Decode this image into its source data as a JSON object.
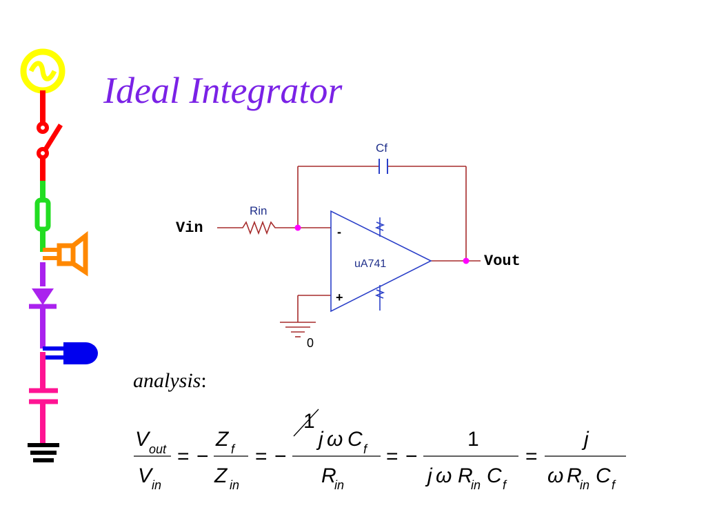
{
  "slide": {
    "title": "Ideal Integrator",
    "analysis_word": "analysis",
    "analysis_colon": ":"
  },
  "circuit": {
    "input_label": "Vin",
    "output_label": "Vout",
    "resistor_label": "Rin",
    "capacitor_label": "Cf",
    "opamp_label": "uA741",
    "inverting_sign": "-",
    "noninverting_sign": "+",
    "ground_label": "0"
  },
  "equation": {
    "V": "V",
    "out": "out",
    "in": "in",
    "Z": "Z",
    "f": "f",
    "R": "R",
    "C": "C",
    "j": "j",
    "omega": "ω",
    "one": "1",
    "minus": "−",
    "equals": "="
  },
  "colors": {
    "title": "#7a22e6",
    "wire_red": "#a52a2a",
    "opamp_blue": "#2a3fc8",
    "node_magenta": "#ff00ff",
    "sidebar_yellow": "#ffff00",
    "sidebar_red": "#ff0000",
    "sidebar_green": "#22dd22",
    "sidebar_orange": "#ff8800",
    "sidebar_purple": "#aa22ee",
    "sidebar_blue": "#0000ee",
    "sidebar_pink": "#ff1493",
    "sidebar_black": "#000000"
  }
}
